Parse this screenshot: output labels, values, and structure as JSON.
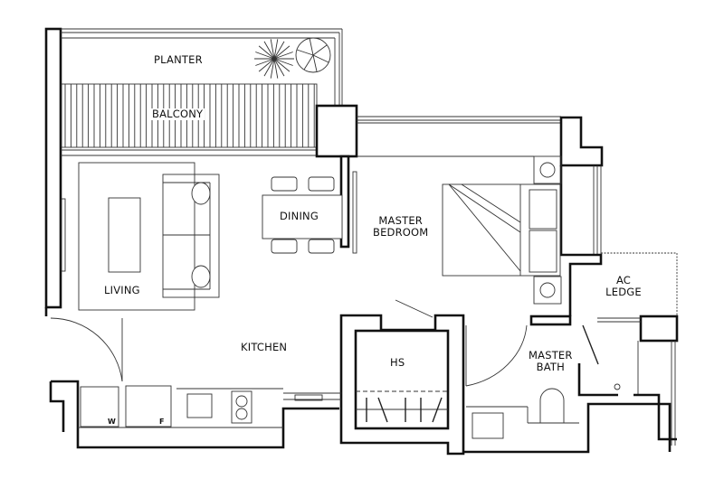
{
  "plan": {
    "type": "residential floor plan (1 bedroom unit)",
    "rooms": {
      "planter": "PLANTER",
      "balcony": "BALCONY",
      "dining": "DINING",
      "master_bedroom_line1": "MASTER",
      "master_bedroom_line2": "BEDROOM",
      "living": "LIVING",
      "ac_ledge_line1": "AC",
      "ac_ledge_line2": "LEDGE",
      "kitchen": "KITCHEN",
      "hs": "HS",
      "master_bath_line1": "MASTER",
      "master_bath_line2": "BATH"
    },
    "appliances": {
      "washer": "W",
      "fridge": "F"
    },
    "colors": {
      "background": "#ffffff",
      "lines": "#111111"
    }
  }
}
